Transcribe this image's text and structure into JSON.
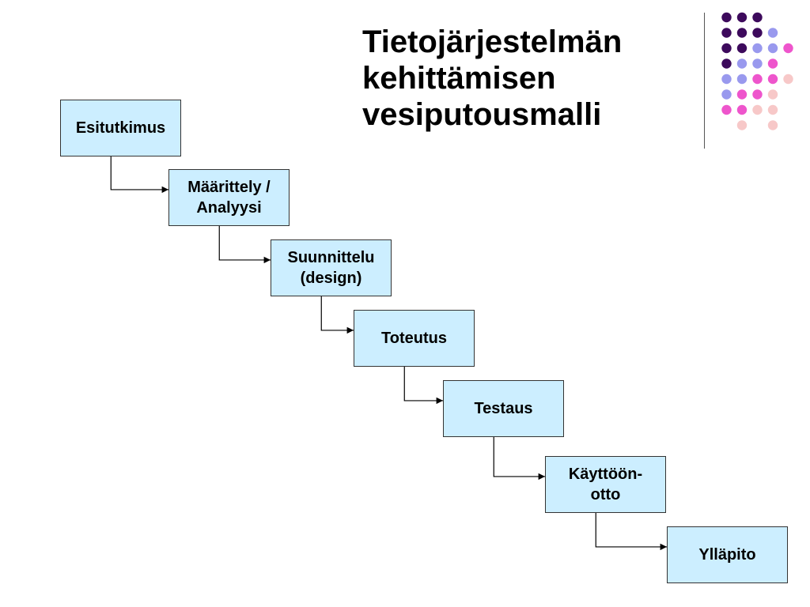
{
  "title_lines": [
    "Tietojärjestelmän",
    "kehittämisen",
    "vesiputousmalli"
  ],
  "steps": [
    {
      "label": "Esitutkimus"
    },
    {
      "label": "Määrittely /\nAnalyysi"
    },
    {
      "label": "Suunnittelu\n(design)"
    },
    {
      "label": "Toteutus"
    },
    {
      "label": "Testaus"
    },
    {
      "label": "Käyttöön-\notto"
    },
    {
      "label": "Ylläpito"
    }
  ],
  "colors": {
    "box_fill": "#cceeff",
    "box_border": "#333333",
    "dot_dark": "#3d0a5c",
    "dot_lavender": "#9999ee",
    "dot_pink": "#ee55cc",
    "dot_light": "#f7c8c8"
  }
}
